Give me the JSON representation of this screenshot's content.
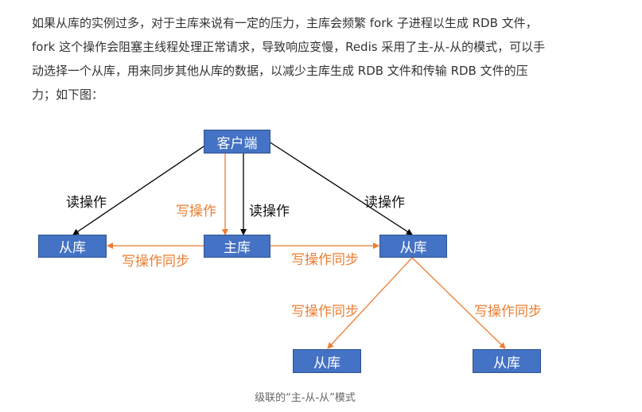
{
  "article": {
    "paragraph": "如果从库的实例过多，对于主库来说有一定的压力，主库会频繁 fork 子进程以生成 RDB 文件，fork 这个操作会阻塞主线程处理正常请求，导致响应变慢，Redis 采用了主-从-从的模式，可以手动选择一个从库，用来同步其他从库的数据，以减少主库生成 RDB 文件和传输 RDB 文件的压力；如下图："
  },
  "diagram": {
    "nodes": {
      "client": "客户端",
      "master": "主库",
      "replica_left": "从库",
      "replica_right": "从库",
      "replica_bottom_left": "从库",
      "replica_bottom_right": "从库"
    },
    "labels": {
      "read_left": "读操作",
      "write_center": "写操作",
      "read_center": "读操作",
      "read_right": "读操作",
      "sync_left": "写操作同步",
      "sync_right": "写操作同步",
      "sync_bottom_left": "写操作同步",
      "sync_bottom_right": "写操作同步"
    },
    "colors": {
      "node_fill": "#4472c4",
      "read_arrow": "#000000",
      "write_arrow": "#ed7d31"
    },
    "caption": "级联的“主-从-从”模式"
  }
}
